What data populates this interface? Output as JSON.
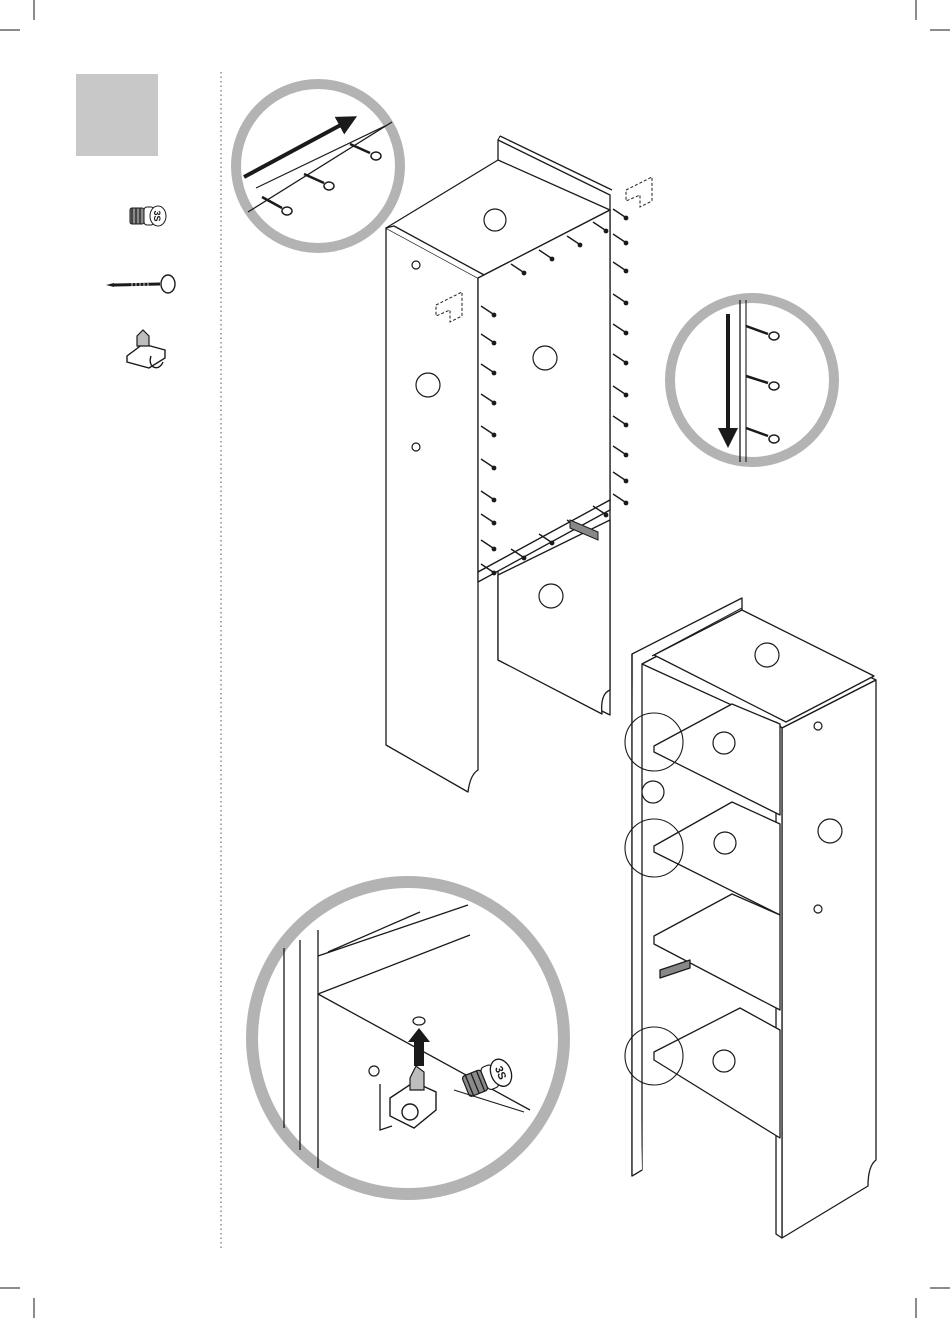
{
  "page": {
    "step_number": "",
    "accent_gray": "#c8c8c8",
    "line_color": "#1a1a1a",
    "detail_circle_color": "#b3b3b3"
  },
  "parts": [
    {
      "icon": "cam-screw-icon",
      "label": "",
      "screw_text": "3S"
    },
    {
      "icon": "nail-icon",
      "label": ""
    },
    {
      "icon": "shelf-support-icon",
      "label": ""
    }
  ],
  "details": {
    "top_left": {
      "arrow": "right-up",
      "icon": "nail-row-detail"
    },
    "right": {
      "arrow": "down",
      "icon": "nail-column-detail"
    },
    "bottom": {
      "arrow": "up",
      "icon": "shelf-support-insert-detail",
      "screw_text": "3S"
    }
  }
}
